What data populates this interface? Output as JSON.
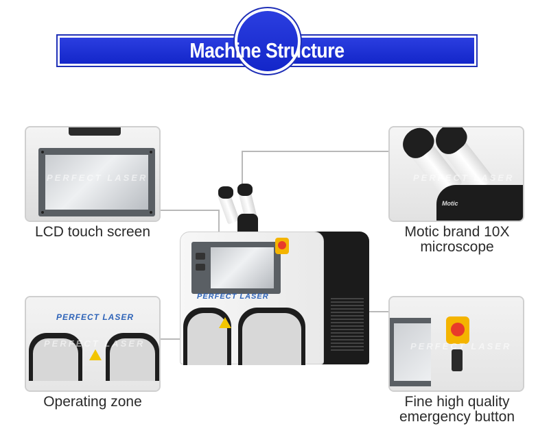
{
  "header": {
    "title": "Machine Structure",
    "accent_color": "#1a2fd1"
  },
  "watermark": "PERFECT LASER",
  "machine": {
    "brand": "PERFECT LASER"
  },
  "callouts": [
    {
      "id": "lcd",
      "caption": "LCD touch screen"
    },
    {
      "id": "microscope",
      "caption_line1": "Motic brand 10X",
      "caption_line2": "microscope",
      "brand_mark": "Motic"
    },
    {
      "id": "operating",
      "caption": "Operating zone",
      "brand": "PERFECT LASER"
    },
    {
      "id": "emergency",
      "caption_line1": "Fine high quality",
      "caption_line2": "emergency button"
    }
  ]
}
